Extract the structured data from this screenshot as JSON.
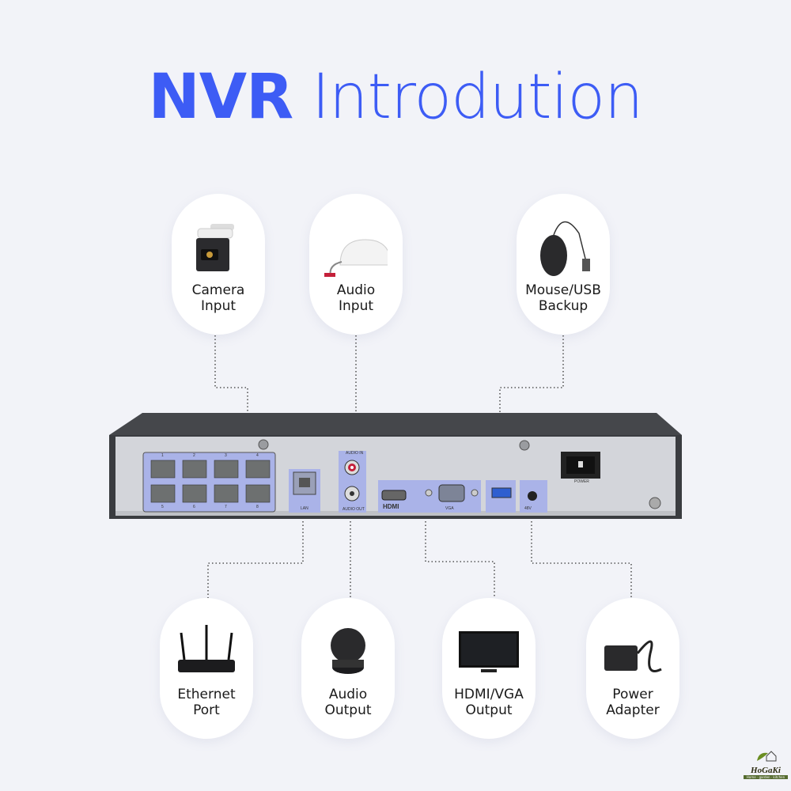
{
  "title": {
    "bold": "NVR",
    "light": "Introdution"
  },
  "accent_color": "#3d5cf5",
  "top_items": [
    {
      "icon": "bullet-camera-icon",
      "line1": "Camera",
      "line2": "Input"
    },
    {
      "icon": "microphone-icon",
      "line1": "Audio",
      "line2": "Input"
    },
    {
      "icon": "mouse-icon",
      "line1": "Mouse/USB",
      "line2": "Backup"
    }
  ],
  "bottom_items": [
    {
      "icon": "router-icon",
      "line1": "Ethernet",
      "line2": "Port"
    },
    {
      "icon": "speaker-icon",
      "line1": "Audio",
      "line2": "Output"
    },
    {
      "icon": "monitor-icon",
      "line1": "HDMI/VGA",
      "line2": "Output"
    },
    {
      "icon": "power-adapter-icon",
      "line1": "Power",
      "line2": "Adapter"
    }
  ],
  "panel": {
    "port_numbers": [
      "1",
      "2",
      "3",
      "4",
      "5",
      "6",
      "7",
      "8"
    ],
    "lan": "LAN",
    "audio_in": "AUDIO IN",
    "audio_out": "AUDIO OUT",
    "hdmi": "HDMI",
    "vga": "VGA",
    "power": "POWER",
    "dc": "48V"
  },
  "logo": {
    "name": "HoGaKi",
    "tagline": "Home · garden · kitchen"
  }
}
